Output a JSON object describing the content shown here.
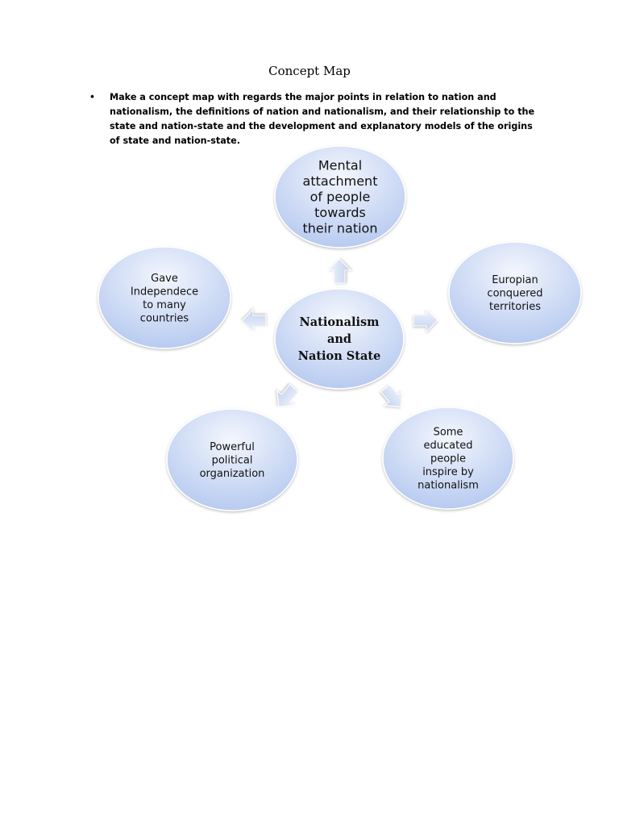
{
  "document": {
    "title": "Concept Map",
    "bullet": "•",
    "instruction": "Make a concept map with regards the major points in relation to nation and nationalism, the definitions of nation and nationalism, and their relationship to the state and nation-state and the development and explanatory models of the origins of state and nation-state."
  },
  "concept_map": {
    "center": {
      "lines": [
        "Nationalism",
        "and",
        "Nation State"
      ]
    },
    "nodes": [
      {
        "id": "top",
        "lines": [
          "Mental",
          "attachment",
          "of people",
          "towards",
          "their nation"
        ]
      },
      {
        "id": "left",
        "lines": [
          "Gave",
          "Independece",
          "to many",
          "countries"
        ]
      },
      {
        "id": "right",
        "lines": [
          "Europian",
          "conquered",
          "territories"
        ]
      },
      {
        "id": "bottom-left",
        "lines": [
          "Powerful",
          "political",
          "organization"
        ]
      },
      {
        "id": "bottom-right",
        "lines": [
          "Some",
          "educated",
          "people",
          "inspire by",
          "nationalism"
        ]
      }
    ],
    "colors": {
      "bubble_light": "#f3f6fd",
      "bubble_dark": "#b3c7ef",
      "arrow_light": "#f1f4fb",
      "arrow_dark": "#c3d2f0"
    }
  }
}
